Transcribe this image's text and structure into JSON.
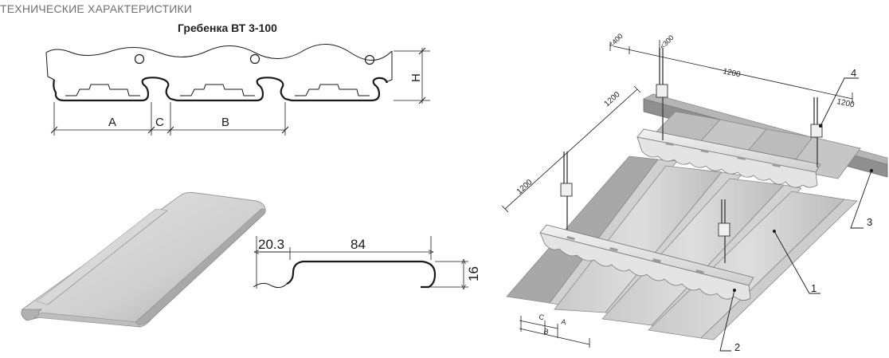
{
  "header": {
    "section_title": "ТЕХНИЧЕСКИЕ ХАРАКТЕРИСТИКИ"
  },
  "comb": {
    "title": "Гребенка ВТ 3-100",
    "dim_a": "A",
    "dim_c": "C",
    "dim_b": "B",
    "dim_h": "H"
  },
  "profile": {
    "width_left": "20.3",
    "width_main": "84",
    "height": "16"
  },
  "assembly": {
    "dim_400": "<400",
    "dim_300": "<300",
    "dim_1200_top": "1200",
    "dim_1200_diag": "1200",
    "dim_1200_right": "1200",
    "dim_1200_left": "1200",
    "callout_1": "1",
    "callout_2": "2",
    "callout_3": "3",
    "callout_4": "4",
    "dim_c": "C",
    "dim_a": "A",
    "dim_b": "B"
  }
}
